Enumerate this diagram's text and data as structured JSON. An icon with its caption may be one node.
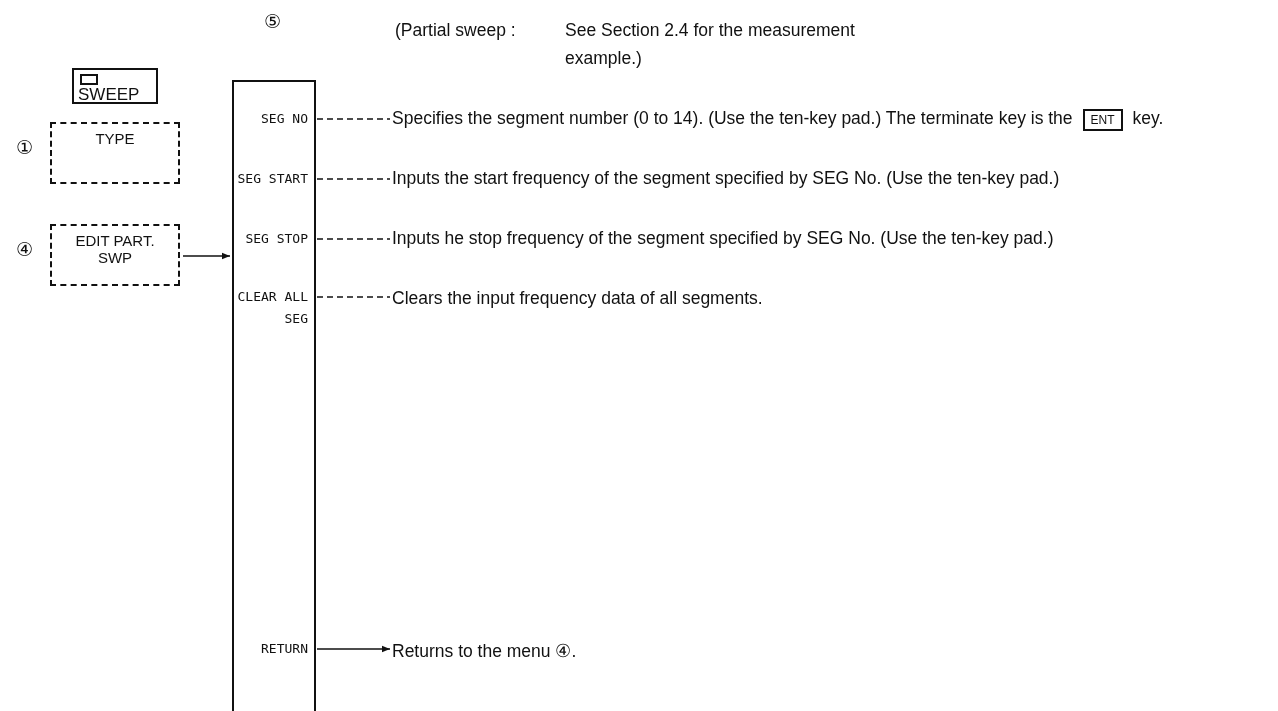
{
  "diagram": {
    "nodes": [
      {
        "text": [
          "SWEEP"
        ]
      },
      {
        "text": [
          "TYPE"
        ],
        "beside": [
          "①"
        ]
      },
      {
        "text": [
          "EDIT PART. SWP"
        ],
        "beside": [
          "④"
        ]
      },
      {
        "text": [
          "⑤"
        ]
      },
      {
        "text": [
          "SEG NO"
        ],
        "in": 3
      },
      {
        "text": [
          "SEG START"
        ],
        "in": 3
      },
      {
        "text": [
          "SEG STOP"
        ],
        "in": 3
      },
      {
        "text": [
          "CLEAR ALL SEG"
        ],
        "in": 3
      },
      {
        "text": [
          "RETURN"
        ],
        "in": 3
      },
      {
        "text": [
          "Specifies the segment number (0 to 14). (Use the ten-key pad.) The terminate key is the",
          "ENT",
          "key."
        ]
      },
      {
        "text": [
          "Inputs the start frequency of the segment specified by SEG No. (Use the ten-key pad.)"
        ]
      },
      {
        "text": [
          "Inputs he stop frequency of the segment specified by SEG No. (Use the ten-key pad.)"
        ]
      },
      {
        "text": [
          "Clears the input frequency data of all segments."
        ]
      },
      {
        "text": [
          "Returns to the menu ④."
        ]
      }
    ],
    "edges": [
      {
        "from": 2,
        "to": 3,
        "arrow": "to"
      },
      {
        "from": 4,
        "to": 9,
        "arrow": "none",
        "style": "dashed"
      },
      {
        "from": 5,
        "to": 10,
        "arrow": "none",
        "style": "dashed"
      },
      {
        "from": 6,
        "to": 11,
        "arrow": "none",
        "style": "dashed"
      },
      {
        "from": 7,
        "to": 12,
        "arrow": "none",
        "style": "dashed"
      },
      {
        "from": 8,
        "to": 13,
        "arrow": "to"
      }
    ],
    "labels": [
      "(Partial sweep :",
      "See Section 2.4 for the measurement example.)"
    ]
  }
}
